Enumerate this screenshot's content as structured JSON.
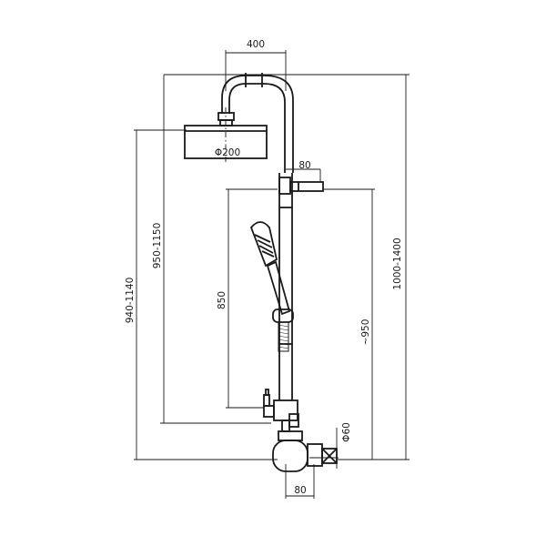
{
  "drawing": {
    "dimensions": {
      "arm_width": "400",
      "head_diameter": "Φ200",
      "holder_width": "80",
      "total_height": "1000-1400",
      "arm_height": "950-1150",
      "head_height": "940-1140",
      "rail_height": "850",
      "holder_height": "~950",
      "valve_diameter": "Φ60",
      "valve_width": "80"
    }
  }
}
